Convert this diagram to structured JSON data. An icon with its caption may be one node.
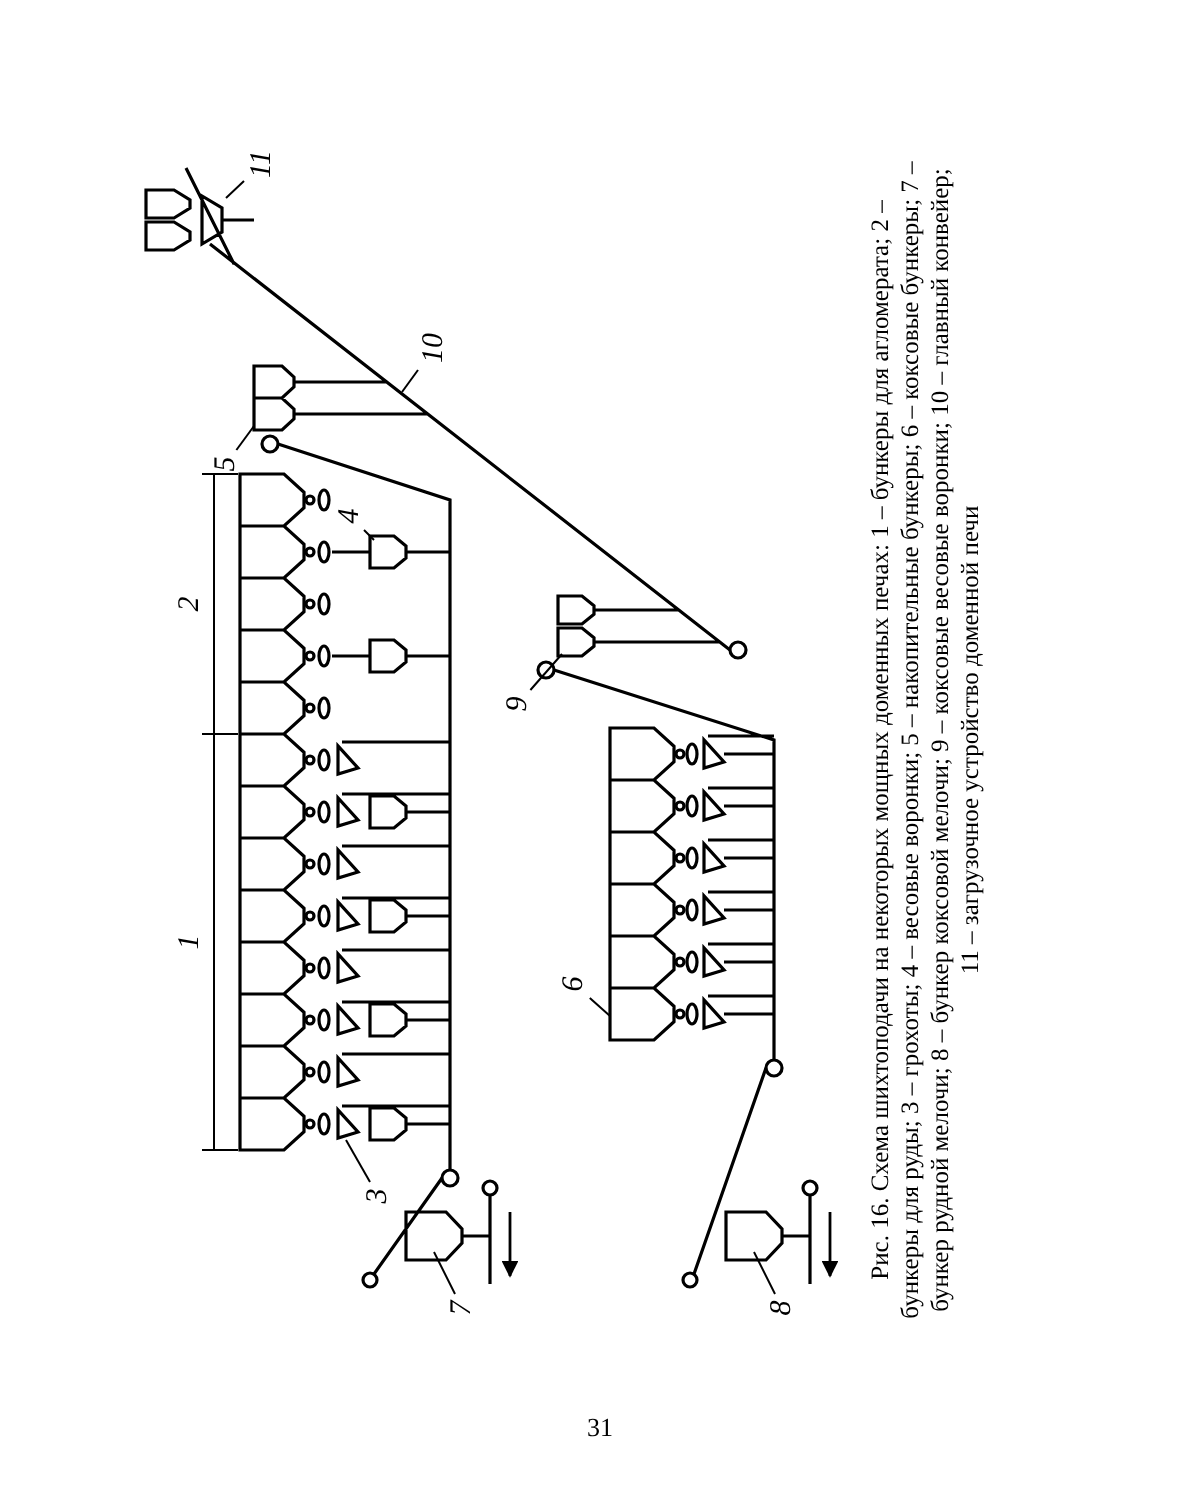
{
  "diagram": {
    "caption": "Рис. 16. Схема шихтоподачи на некоторых мощных доменных печах: 1 – бункеры для агломерата; 2 – бункеры для руды; 3 – грохоты; 4 – весовые воронки; 5 – накопительные бункеры; 6 – коксовые бункеры; 7 – бункер рудной мелочи; 8 – бункер коксовой мелочи; 9 – коксовые весовые воронки; 10 – главный конвейер; 11 – загрузочное устройство доменной печи",
    "nodes": [
      {
        "text": [
          "3"
        ]
      },
      {
        "text": [
          "4"
        ]
      },
      {
        "text": [
          "5"
        ]
      },
      {
        "text": [
          "6"
        ]
      },
      {
        "text": [
          "7"
        ]
      },
      {
        "text": [
          "8"
        ]
      },
      {
        "text": [
          "9"
        ]
      },
      {
        "text": [
          "10"
        ]
      },
      {
        "text": [
          "11"
        ]
      }
    ],
    "edges": [
      {
        "from": 0,
        "to": null,
        "arrow": "none"
      },
      {
        "from": 1,
        "to": null,
        "arrow": "none"
      },
      {
        "from": 2,
        "to": null,
        "arrow": "none"
      },
      {
        "from": 3,
        "to": null,
        "arrow": "none"
      },
      {
        "from": 4,
        "to": null,
        "arrow": "none"
      },
      {
        "from": 5,
        "to": null,
        "arrow": "none"
      },
      {
        "from": 6,
        "to": null,
        "arrow": "none"
      },
      {
        "from": 7,
        "to": null,
        "arrow": "none"
      },
      {
        "from": 8,
        "to": null,
        "arrow": "none"
      }
    ],
    "labels": [
      "1",
      "2",
      "31"
    ]
  }
}
